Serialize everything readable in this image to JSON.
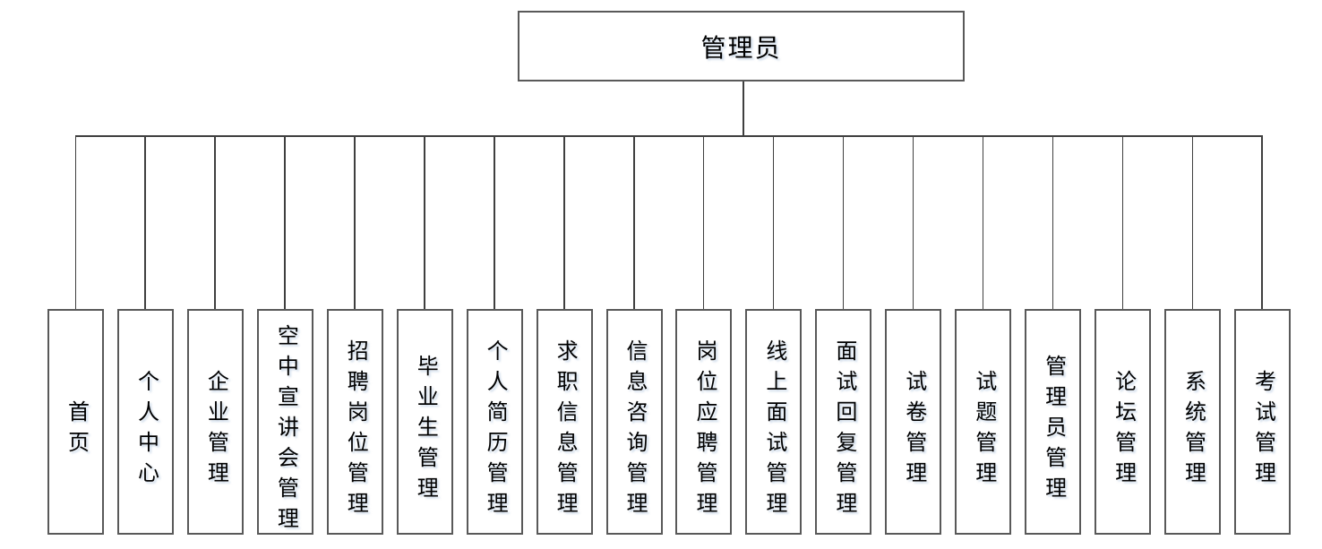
{
  "diagram": {
    "type": "org-chart",
    "root": {
      "label": "管理员"
    },
    "children": [
      {
        "label": "首页"
      },
      {
        "label": "个人中心"
      },
      {
        "label": "企业管理"
      },
      {
        "label": "空中宣讲会管理"
      },
      {
        "label": "招聘岗位管理"
      },
      {
        "label": "毕业生管理"
      },
      {
        "label": "个人简历管理"
      },
      {
        "label": "求职信息管理"
      },
      {
        "label": "信息咨询管理"
      },
      {
        "label": "岗位应聘管理"
      },
      {
        "label": "线上面试管理"
      },
      {
        "label": "面试回复管理"
      },
      {
        "label": "试卷管理"
      },
      {
        "label": "试题管理"
      },
      {
        "label": "管理员管理"
      },
      {
        "label": "论坛管理"
      },
      {
        "label": "系统管理"
      },
      {
        "label": "考试管理"
      }
    ],
    "colors": {
      "box_border": "#595959",
      "connector_line": "#3f3f3f",
      "text": "#000000",
      "background": "#ffffff"
    }
  }
}
